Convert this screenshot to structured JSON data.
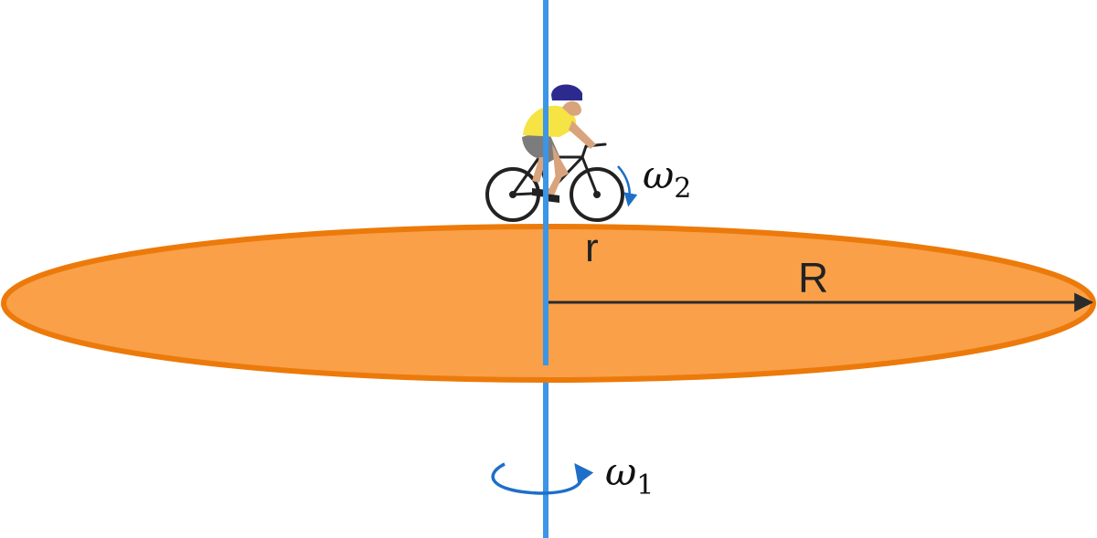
{
  "labels": {
    "cyclist_radius": "r",
    "disk_radius": "R",
    "omega2_symbol": "ω",
    "omega2_subscript": "2",
    "omega1_symbol": "ω",
    "omega1_subscript": "1"
  },
  "colors": {
    "disk_fill": "#F9A049",
    "disk_edge": "#EC7A0A",
    "axis": "#3D95E5",
    "rotation_arrow": "#1E6FC7",
    "radius_arrow": "#2B2B2B",
    "helmet": "#2D2A8F",
    "shirt": "#F6E344",
    "skin": "#D9A47C",
    "shorts": "#7C7C7C",
    "bike": "#222222"
  },
  "icons": {
    "cyclist": "cyclist-icon",
    "bicycle": "bicycle-icon"
  }
}
